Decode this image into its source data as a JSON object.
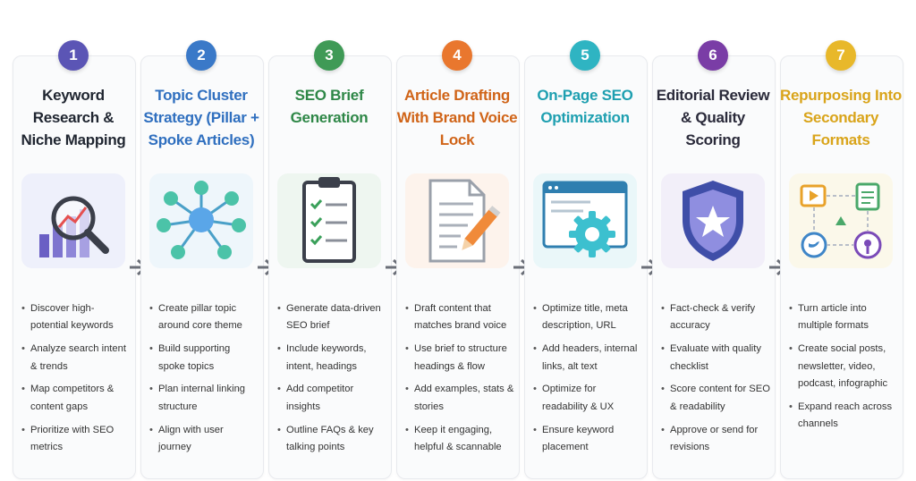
{
  "steps": [
    {
      "number": "1",
      "title": "Keyword Research & Niche Mapping",
      "color": "#5b55b5",
      "title_color": "#1f2530",
      "icon": "magnifier-bar-chart-icon",
      "bullets": [
        "Discover high-potential keywords",
        "Analyze search intent & trends",
        "Map competitors & content gaps",
        "Prioritize with SEO metrics"
      ]
    },
    {
      "number": "2",
      "title": "Topic Cluster Strategy (Pillar + Spoke Articles)",
      "color": "#3a79c8",
      "title_color": "#2f6fbf",
      "icon": "hub-network-icon",
      "bullets": [
        "Create pillar topic around core theme",
        "Build supporting spoke topics",
        "Plan internal linking structure",
        "Align with user journey"
      ]
    },
    {
      "number": "3",
      "title": "SEO Brief Generation",
      "color": "#3f9a56",
      "title_color": "#2e8747",
      "icon": "clipboard-checklist-icon",
      "bullets": [
        "Generate data-driven SEO brief",
        "Include keywords, intent, headings",
        "Add competitor insights",
        "Outline FAQs & key talking points"
      ]
    },
    {
      "number": "4",
      "title": "Article Drafting With Brand Voice Lock",
      "color": "#e9772e",
      "title_color": "#d06418",
      "icon": "document-pencil-icon",
      "bullets": [
        "Draft content that matches brand voice",
        "Use brief to structure headings & flow",
        "Add examples, stats & stories",
        "Keep it engaging, helpful & scannable"
      ]
    },
    {
      "number": "5",
      "title": "On-Page SEO Optimization",
      "color": "#2fb4c2",
      "title_color": "#1e9fb0",
      "icon": "browser-gear-icon",
      "bullets": [
        "Optimize title, meta description, URL",
        "Add headers, internal links, alt text",
        "Optimize for readability & UX",
        "Ensure keyword placement"
      ]
    },
    {
      "number": "6",
      "title": "Editorial Review & Quality Scoring",
      "color": "#7a3da6",
      "title_color": "#2a2a3a",
      "icon": "shield-star-icon",
      "bullets": [
        "Fact-check & verify accuracy",
        "Evaluate with quality checklist",
        "Score content for SEO & readability",
        "Approve or send for revisions"
      ]
    },
    {
      "number": "7",
      "title": "Repurposing Into Secondary Formats",
      "color": "#e8b82a",
      "title_color": "#d9a41a",
      "icon": "content-formats-icon",
      "bullets": [
        "Turn article into multiple formats",
        "Create social posts, newsletter, video, podcast, infographic",
        "Expand reach across channels"
      ]
    }
  ]
}
